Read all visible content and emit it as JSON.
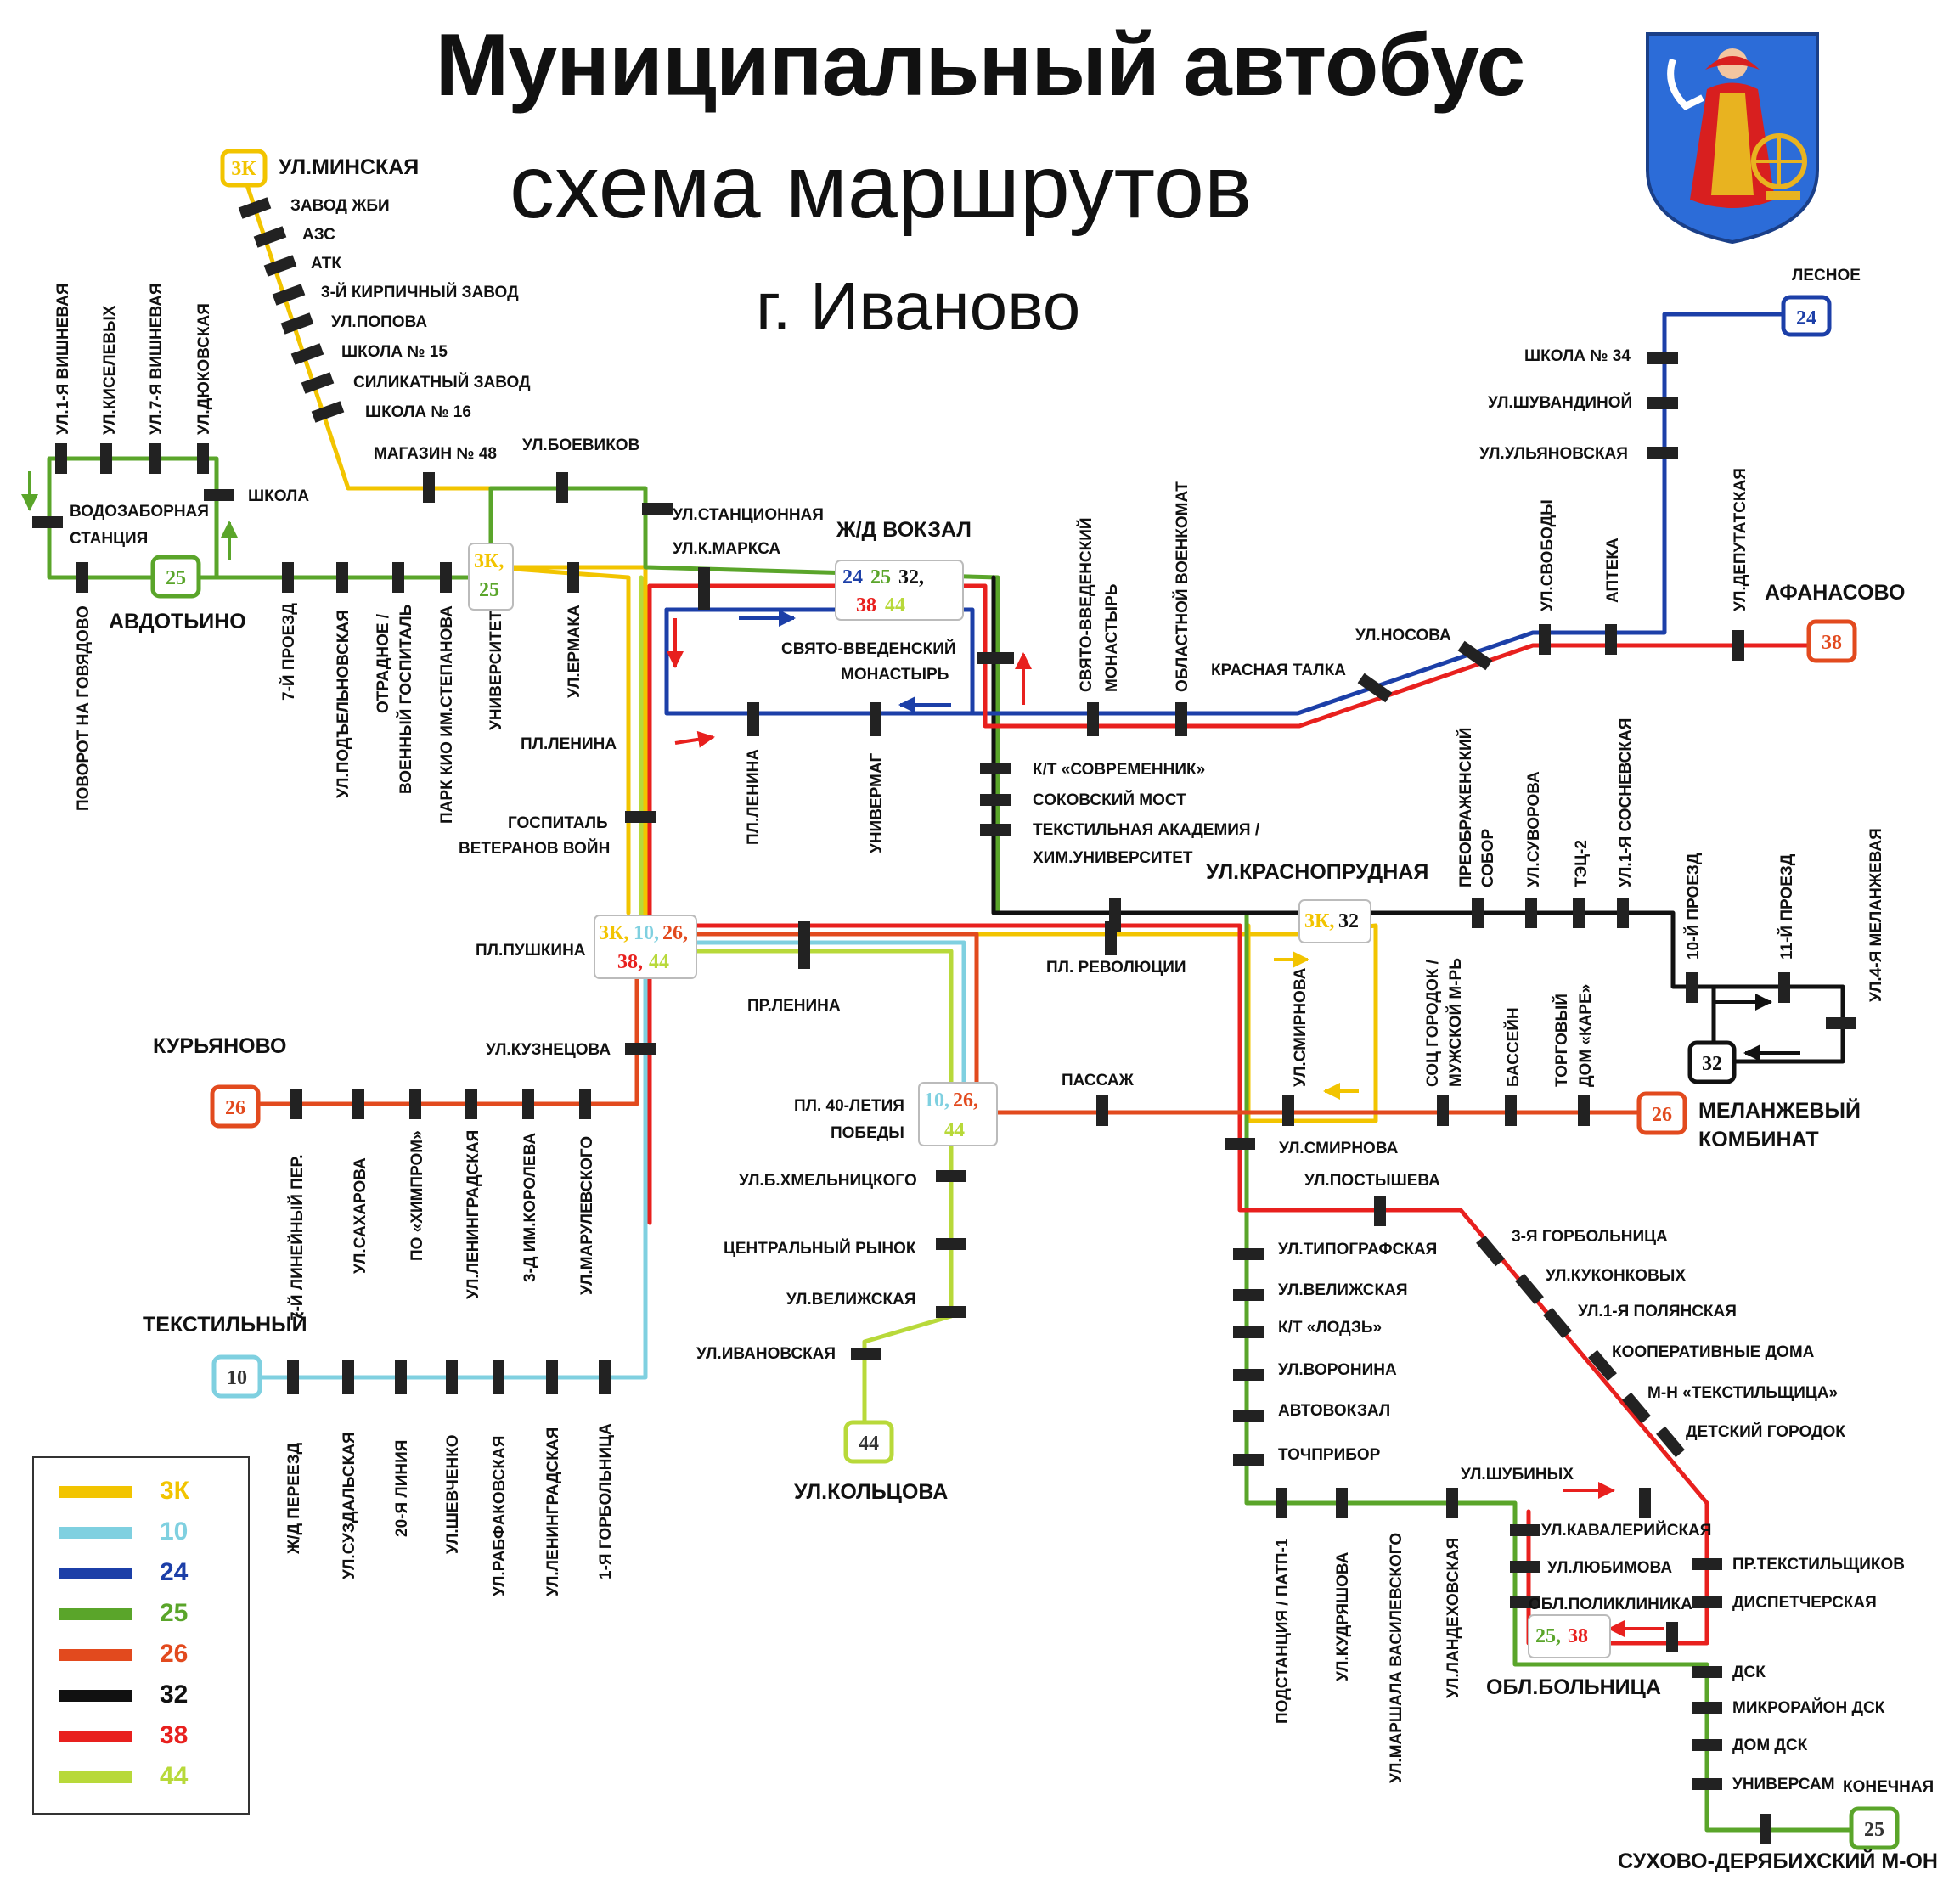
{
  "title": "Муниципальный автобус",
  "subtitle": "схема маршрутов",
  "city": "г. Иваново",
  "colors": {
    "3K": "#f2c400",
    "10": "#7fd0e0",
    "24": "#1c3fa8",
    "25": "#5aa52a",
    "26": "#e24a1e",
    "32": "#111111",
    "38": "#e8201e",
    "44": "#b8d93a"
  },
  "legend": [
    {
      "route": "3К",
      "color": "#f2c400"
    },
    {
      "route": "10",
      "color": "#7fd0e0"
    },
    {
      "route": "24",
      "color": "#1c3fa8"
    },
    {
      "route": "25",
      "color": "#5aa52a"
    },
    {
      "route": "26",
      "color": "#e24a1e"
    },
    {
      "route": "32",
      "color": "#111111"
    },
    {
      "route": "38",
      "color": "#e8201e"
    },
    {
      "route": "44",
      "color": "#b8d93a"
    }
  ],
  "terminals": {
    "t3k": "3К",
    "t24": "24",
    "t25a": "25",
    "t38": "38",
    "t26a": "26",
    "t10": "10",
    "t44": "44",
    "t26b": "26",
    "t32": "32",
    "t25b": "25"
  },
  "hubs": {
    "vokzal_line1a": "24",
    "vokzal_line1b": "25",
    "vokzal_line1c": "32,",
    "vokzal_line2a": "38",
    "vokzal_line2b": "44",
    "univ_a": "3К,",
    "univ_b": "25",
    "push_1a": "3К,",
    "push_1b": "10,",
    "push_1c": "26,",
    "push_2a": "38,",
    "push_2b": "44",
    "pobedy_a": "10,",
    "pobedy_b": "26,",
    "pobedy_c": "44",
    "krasn_a": "3К,",
    "krasn_b": "32",
    "bolnica_a": "25,",
    "bolnica_b": "38"
  },
  "labels": {
    "minskaya": "УЛ.МИНСКАЯ",
    "zavod_zhbi": "ЗАВОД ЖБИ",
    "azs": "АЗС",
    "atk": "АТК",
    "kirp": "3-Й КИРПИЧНЫЙ ЗАВОД",
    "popova": "УЛ.ПОПОВА",
    "shkola15": "ШКОЛА № 15",
    "silikat": "СИЛИКАТНЫЙ ЗАВОД",
    "shkola16": "ШКОЛА № 16",
    "magazin48": "МАГАЗИН № 48",
    "boevikov": "УЛ.БОЕВИКОВ",
    "stancionnaya": "УЛ.СТАНЦИОННАЯ",
    "kmarksa": "УЛ.К.МАРКСА",
    "zhd_vokzal": "Ж/Д ВОКЗАЛ",
    "svv_mon": "СВЯТО-ВВЕДЕНСКИЙ",
    "svv_mon2": "МОНАСТЫРЬ",
    "shkola": "ШКОЛА",
    "vodozabor1": "ВОДОЗАБОРНАЯ",
    "vodozabor2": "СТАНЦИЯ",
    "avdotino": "АВДОТЬИНО",
    "lesnoe": "ЛЕСНОЕ",
    "shkola34": "ШКОЛА № 34",
    "shuvandina": "УЛ.ШУВАНДИНОЙ",
    "ulyanovskaya": "УЛ.УЛЬЯНОВСКАЯ",
    "afanasovo": "АФАНАСОВО",
    "nosova": "УЛ.НОСОВА",
    "krasnaya_talka": "КРАСНАЯ ТАЛКА",
    "pl_lenina_h": "ПЛ.ЛЕНИНА",
    "gospital1": "ГОСПИТАЛЬ",
    "gospital2": "ВЕТЕРАНОВ ВОЙН",
    "kt_sovr": "К/Т «СОВРЕМЕННИК»",
    "sokovsky": "СОКОВСКИЙ МОСТ",
    "textile_acad": "ТЕКСТИЛЬНАЯ АКАДЕМИЯ /",
    "chem_univ": "ХИМ.УНИВЕРСИТЕТ",
    "krasnoprudnaya": "УЛ.КРАСНОПРУДНАЯ",
    "pl_pushkina": "ПЛ.ПУШКИНА",
    "pr_lenina": "ПР.ЛЕНИНА",
    "pl_revolucii": "ПЛ. РЕВОЛЮЦИИ",
    "kuryanovo": "КУРЬЯНОВО",
    "kuznecova": "УЛ.КУЗНЕЦОВА",
    "passazh": "ПАССАЖ",
    "pl40_1": "ПЛ. 40-ЛЕТИЯ",
    "pl40_2": "ПОБЕДЫ",
    "hmelnickogo": "УЛ.Б.ХМЕЛЬНИЦКОГО",
    "central_rynok": "ЦЕНТРАЛЬНЫЙ РЫНОК",
    "velizhskaya1": "УЛ.ВЕЛИЖСКАЯ",
    "ivanovskaya": "УЛ.ИВАНОВСКАЯ",
    "kolcova": "УЛ.КОЛЬЦОВА",
    "textilny": "ТЕКСТИЛЬНЫЙ",
    "smirnova_h": "УЛ.СМИРНОВА",
    "postysheva": "УЛ.ПОСТЫШЕВА",
    "tipografskaya": "УЛ.ТИПОГРАФСКАЯ",
    "velizhskaya2": "УЛ.ВЕЛИЖСКАЯ",
    "kt_lodz": "К/Т «ЛОДЗЬ»",
    "voronina": "УЛ.ВОРОНИНА",
    "avtovokzal": "АВТОВОКЗАЛ",
    "tochpribor": "ТОЧПРИБОР",
    "shubinyh": "УЛ.ШУБИНЫХ",
    "gorbol3": "3-Я ГОРБОЛЬНИЦА",
    "kukonkovyh": "УЛ.КУКОНКОВЫХ",
    "polyanskaya": "УЛ.1-Я ПОЛЯНСКАЯ",
    "koop_doma": "КООПЕРАТИВНЫЕ ДОМА",
    "mn_textilsh": "М-Н «ТЕКСТИЛЬЩИЦА»",
    "det_gorodok": "ДЕТСКИЙ ГОРОДОК",
    "kavaleriyskaya": "УЛ.КАВАЛЕРИЙСКАЯ",
    "lyubimova": "УЛ.ЛЮБИМОВА",
    "obl_poliklinika": "ОБЛ.ПОЛИКЛИНИКА",
    "obl_bolnica": "ОБЛ.БОЛЬНИЦА",
    "pr_textilsh": "ПР.ТЕКСТИЛЬЩИКОВ",
    "dispetcherskaya": "ДИСПЕТЧЕРСКАЯ",
    "dsk": "ДСК",
    "mkr_dsk": "МИКРОРАЙОН ДСК",
    "dom_dsk": "ДОМ ДСК",
    "universam": "УНИВЕРСАМ",
    "konechnaya": "КОНЕЧНАЯ",
    "suhovo": "СУХОВО-ДЕРЯБИХСКИЙ М-ОН",
    "melanzh1": "МЕЛАНЖЕВЫЙ",
    "melanzh2": "КОМБИНАТ"
  },
  "vlabels": {
    "vishnevaya1": "УЛ.1-Я ВИШНЕВАЯ",
    "kiselevyh": "УЛ.КИСЕЛЕВЫХ",
    "vishnevaya7": "УЛ.7-Я ВИШНЕВАЯ",
    "dyukovskaya": "УЛ.ДЮКОВСКАЯ",
    "povorot": "ПОВОРОТ НА ГОВЯДОВО",
    "proezd7": "7-Й ПРОЕЗД",
    "podelnovskaya": "УЛ.ПОДЪЕЛЬНОВСКАЯ",
    "otradnoe1": "ОТРАДНОЕ /",
    "otradnoe2": "ВОЕННЫЙ ГОСПИТАЛЬ",
    "park": "ПАРК КИО ИМ.СТЕПАНОВА",
    "universitet": "УНИВЕРСИТЕТ",
    "ermaka": "УЛ.ЕРМАКА",
    "pl_lenina_v": "ПЛ.ЛЕНИНА",
    "univermag": "УНИВЕРМАГ",
    "svv1": "СВЯТО-ВВЕДЕНСКИЙ",
    "svv2": "МОНАСТЫРЬ",
    "voenkomat": "ОБЛАСТНОЙ ВОЕНКОМАТ",
    "svobody": "УЛ.СВОБОДЫ",
    "apteka": "АПТЕКА",
    "deputatskaya": "УЛ.ДЕПУТАТСКАЯ",
    "preobr1": "ПРЕОБРАЖЕНСКИЙ",
    "preobr2": "СОБОР",
    "suvorova": "УЛ.СУВОРОВА",
    "tec2": "ТЭЦ-2",
    "sosnevskaya": "УЛ.1-Я СОСНЕВСКАЯ",
    "proezd10": "10-Й ПРОЕЗД",
    "proezd11": "11-Й ПРОЕЗД",
    "melanzhevaya": "УЛ.4-Я МЕЛАНЖЕВАЯ",
    "smirnova_v": "УЛ.СМИРНОВА",
    "socgorodok1": "СОЦ ГОРОДОК /",
    "socgorodok2": "МУЖСКОЙ М-РЬ",
    "bassein": "БАССЕЙН",
    "torg1": "ТОРГОВЫЙ",
    "torg2": "ДОМ «КАРЕ»",
    "lineyny7": "7-Й ЛИНЕЙНЫЙ ПЕР.",
    "saharova": "УЛ.САХАРОВА",
    "himprom": "ПО «ХИМПРОМ»",
    "leningradskaya1": "УЛ.ЛЕНИНГРАДСКАЯ",
    "koroleva": "3-Д ИМ.КОРОЛЕВА",
    "marulevskogo": "УЛ.МАРУЛЕВСКОГО",
    "zhd_pereezd": "Ж/Д ПЕРЕЕЗД",
    "suzdalskaya": "УЛ.СУЗДАЛЬСКАЯ",
    "liniya20": "20-Я ЛИНИЯ",
    "shevchenko": "УЛ.ШЕВЧЕНКО",
    "rabfakovskaya": "УЛ.РАБФАКОВСКАЯ",
    "leningradskaya2": "УЛ.ЛЕНИНГРАДСКАЯ",
    "gorbol1": "1-Я ГОРБОЛЬНИЦА",
    "podstanciya": "ПОДСТАНЦИЯ / ПАТП-1",
    "kudryashova": "УЛ.КУДРЯШОВА",
    "vasilevskogo": "УЛ.МАРШАЛА ВАСИЛЕВСКОГО",
    "landehovskaya": "УЛ.ЛАНДЕХОВСКАЯ"
  }
}
